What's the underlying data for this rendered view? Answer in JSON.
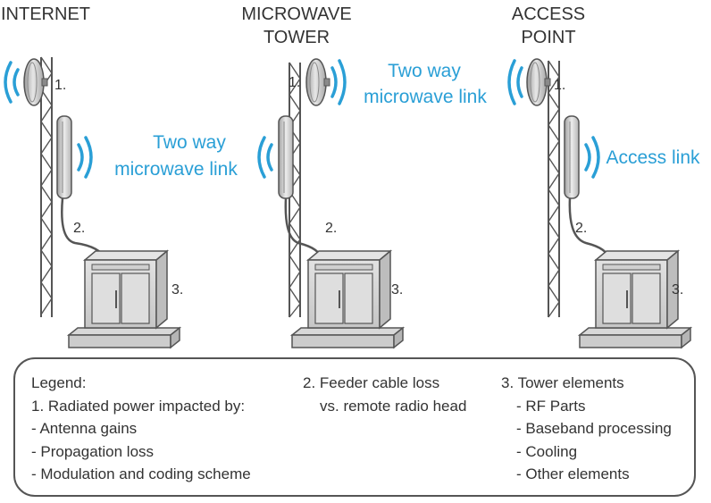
{
  "sites": [
    {
      "title_lines": [
        "INTERNET"
      ],
      "link_lines": [
        "Two way",
        "microwave link"
      ],
      "numbers": [
        "1.",
        "2.",
        "3."
      ]
    },
    {
      "title_lines": [
        "MICROWAVE",
        "TOWER"
      ],
      "link_lines": [
        "Two way",
        "microwave link"
      ],
      "numbers": [
        "1.",
        "2.",
        "3."
      ]
    },
    {
      "title_lines": [
        "ACCESS",
        "POINT"
      ],
      "link_lines": [
        "Access link"
      ],
      "numbers": [
        "1.",
        "2.",
        "3."
      ]
    }
  ],
  "legend": {
    "col1": [
      "Legend:",
      "1. Radiated power impacted by:",
      "- Antenna gains",
      "- Propagation loss",
      "- Modulation and coding scheme"
    ],
    "col2": [
      "2. Feeder cable loss",
      "vs. remote radio head"
    ],
    "col3": [
      "3. Tower elements",
      "- RF Parts",
      "- Baseband processing",
      "- Cooling",
      "- Other elements"
    ]
  },
  "colors": {
    "link_text": "#2a9fd6",
    "waves": "#2a9fd6",
    "structure": "#555555"
  }
}
